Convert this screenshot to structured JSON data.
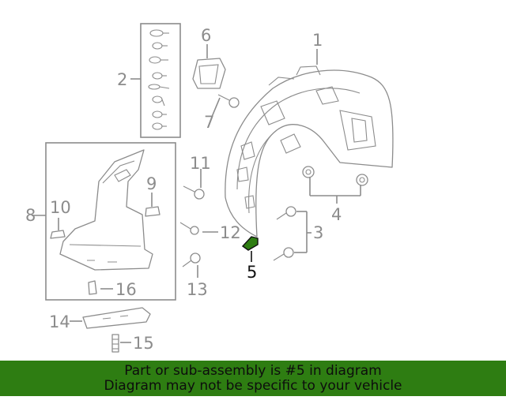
{
  "callouts": {
    "c1": "1",
    "c2": "2",
    "c3": "3",
    "c4": "4",
    "c5": "5",
    "c6": "6",
    "c7": "7",
    "c8": "8",
    "c9": "9",
    "c10": "10",
    "c11": "11",
    "c12": "12",
    "c13": "13",
    "c14": "14",
    "c15": "15",
    "c16": "16"
  },
  "highlight": {
    "part": "5",
    "color": "#2e7d12"
  },
  "banner": {
    "line1": "Part or sub-assembly is #5 in diagram",
    "line2": "Diagram may not be specific to your vehicle",
    "background": "#2e7d12"
  }
}
